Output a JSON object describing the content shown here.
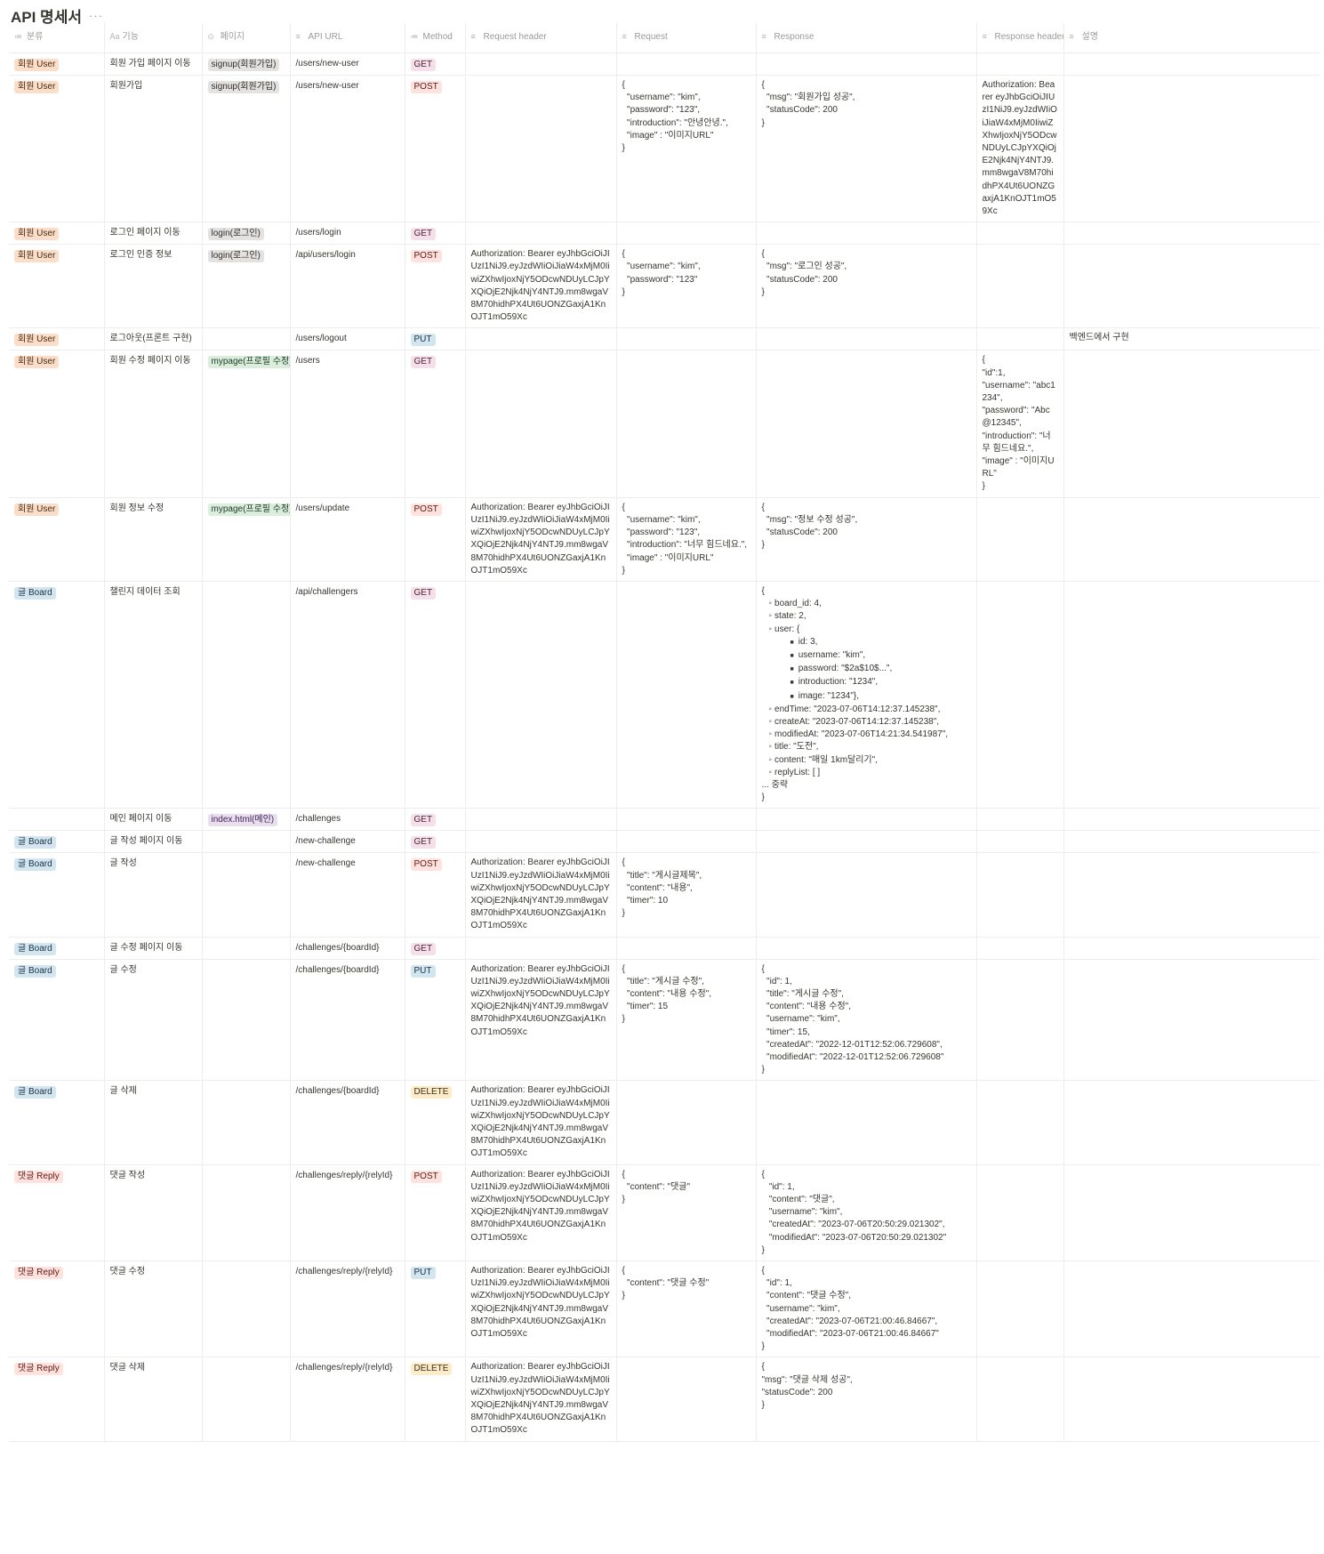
{
  "page": {
    "title": "API 명세서",
    "more_icon": "ellipsis-icon",
    "more_text": "···"
  },
  "columns": [
    {
      "icon": "≔",
      "icon_name": "multi-select-icon",
      "label": "분류"
    },
    {
      "icon": "Aa",
      "icon_name": "title-icon",
      "label": "기능"
    },
    {
      "icon": "⊙",
      "icon_name": "select-icon",
      "label": "페이지"
    },
    {
      "icon": "≡",
      "icon_name": "text-icon",
      "label": "API URL"
    },
    {
      "icon": "≔",
      "icon_name": "multi-select-icon",
      "label": "Method"
    },
    {
      "icon": "≡",
      "icon_name": "text-icon",
      "label": "Request header"
    },
    {
      "icon": "≡",
      "icon_name": "text-icon",
      "label": "Request"
    },
    {
      "icon": "≡",
      "icon_name": "text-icon",
      "label": "Response"
    },
    {
      "icon": "≡",
      "icon_name": "text-icon",
      "label": "Response header"
    },
    {
      "icon": "≡",
      "icon_name": "text-icon",
      "label": "설명"
    }
  ],
  "auth_header": "Authorization: Bearer eyJhbGciOiJIUzI1NiJ9.eyJzdWIiOiJiaW4xMjM0IiwiZXhwIjoxNjY5ODcwNDUyLCJpYXQiOjE2Njk4NjY4NTJ9.mm8wgaV8M70hidhPX4Ut6UONZGaxjA1KnOJT1mO59Xc",
  "rows": [
    {
      "category": "회원 User",
      "feature": "회원 가입 페이지 이동",
      "page": "signup(회원가입)",
      "url": "/users/new-user",
      "method": "GET",
      "req_header": "",
      "request": "",
      "response": "",
      "resp_header": "",
      "note": ""
    },
    {
      "category": "회원 User",
      "feature": "회원가입",
      "page": "signup(회원가입)",
      "url": "/users/new-user",
      "method": "POST",
      "req_header": "",
      "request": "{\n  \"username\": \"kim\",\n  \"password\": \"123\",\n  \"introduction\": \"안녕안녕.\",\n  \"image\" : \"이미지URL\"\n}",
      "response": "{\n  \"msg\": \"회원가입 성공\",\n  \"statusCode\": 200\n}",
      "resp_header": "Authorization: Bearer eyJhbGciOiJIUzI1NiJ9.eyJzdWIiOiJiaW4xMjM0IiwiZXhwIjoxNjY5ODcwNDUyLCJpYXQiOjE2Njk4NjY4NTJ9.mm8wgaV8M70hidhPX4Ut6UONZGaxjA1KnOJT1mO59Xc",
      "note": ""
    },
    {
      "category": "회원 User",
      "feature": "로그인 페이지 이동",
      "page": "login(로그인)",
      "url": "/users/login",
      "method": "GET",
      "req_header": "",
      "request": "",
      "response": "",
      "resp_header": "",
      "note": ""
    },
    {
      "category": "회원 User",
      "feature": "로그인 인증 정보",
      "page": "login(로그인)",
      "url": "/api/users/login",
      "method": "POST",
      "req_header": "Authorization: Bearer eyJhbGciOiJIUzI1NiJ9.eyJzdWIiOiJiaW4xMjM0IiwiZXhwIjoxNjY5ODcwNDUyLCJpYXQiOjE2Njk4NjY4NTJ9.mm8wgaV8M70hidhPX4Ut6UONZGaxjA1KnOJT1mO59Xc",
      "request": "{\n  \"username\": \"kim\",\n  \"password\": \"123\"\n}",
      "response": "{\n  \"msg\": \"로그인 성공\",\n  \"statusCode\": 200\n}",
      "resp_header": "",
      "note": ""
    },
    {
      "category": "회원 User",
      "feature": "로그아웃(프론트 구현)",
      "page": "",
      "url": "/users/logout",
      "method": "PUT",
      "req_header": "",
      "request": "",
      "response": "",
      "resp_header": "",
      "note": "백엔드에서 구현"
    },
    {
      "category": "회원 User",
      "feature": "회원 수정 페이지 이동",
      "page": "mypage(프로필 수정)",
      "url": "/users",
      "method": "GET",
      "req_header": "",
      "request": "",
      "response": "",
      "resp_header": "{\n\"id\":1,\n\"username\": \"abc1234\",\n\"password\": \"Abc@12345\",\n\"introduction\": \"너무 힘드네요.\",\n\"image\" : \"이미지URL\"\n}",
      "note": ""
    },
    {
      "category": "회원 User",
      "feature": "회원 정보 수정",
      "page": "mypage(프로필 수정)",
      "url": "/users/update",
      "method": "POST",
      "req_header": "Authorization: Bearer eyJhbGciOiJIUzI1NiJ9.eyJzdWIiOiJiaW4xMjM0IiwiZXhwIjoxNjY5ODcwNDUyLCJpYXQiOjE2Njk4NjY4NTJ9.mm8wgaV8M70hidhPX4Ut6UONZGaxjA1KnOJT1mO59Xc",
      "request": "{\n  \"username\": \"kim\",\n  \"password\": \"123\",\n  \"introduction\": \"너무 힘드네요.\",\n  \"image\" : \"이미지URL\"\n}",
      "response": "{\n  \"msg\": \"정보 수정 성공\",\n  \"statusCode\": 200\n}",
      "resp_header": "",
      "note": ""
    },
    {
      "category": "글 Board",
      "feature": "챌린지 데이터 조회",
      "page": "",
      "url": "/api/challengers",
      "method": "GET",
      "req_header": "",
      "request": "",
      "response": "",
      "resp_header": "",
      "note": ""
    },
    {
      "category": "",
      "feature": "메인 페이지 이동",
      "page": "index.html(메인)",
      "url": "/challenges",
      "method": "GET",
      "req_header": "",
      "request": "",
      "response": "",
      "resp_header": "",
      "note": ""
    },
    {
      "category": "글 Board",
      "feature": "글 작성 페이지 이동",
      "page": "",
      "url": "/new-challenge",
      "method": "GET",
      "req_header": "",
      "request": "",
      "response": "",
      "resp_header": "",
      "note": ""
    },
    {
      "category": "글 Board",
      "feature": "글 작성",
      "page": "",
      "url": "/new-challenge",
      "method": "POST",
      "req_header": "Authorization: Bearer eyJhbGciOiJIUzI1NiJ9.eyJzdWIiOiJiaW4xMjM0IiwiZXhwIjoxNjY5ODcwNDUyLCJpYXQiOjE2Njk4NjY4NTJ9.mm8wgaV8M70hidhPX4Ut6UONZGaxjA1KnOJT1mO59Xc",
      "request": "{\n  \"title\": \"게시글제목\",\n  \"content\": \"내용\",\n  \"timer\": 10\n}",
      "response": "",
      "resp_header": "",
      "note": ""
    },
    {
      "category": "글 Board",
      "feature": "글 수정 페이지 이동",
      "page": "",
      "url": "/challenges/{boardId}",
      "method": "GET",
      "req_header": "",
      "request": "",
      "response": "",
      "resp_header": "",
      "note": ""
    },
    {
      "category": "글 Board",
      "feature": "글 수정",
      "page": "",
      "url": "/challenges/{boardId}",
      "method": "PUT",
      "req_header": "Authorization: Bearer eyJhbGciOiJIUzI1NiJ9.eyJzdWIiOiJiaW4xMjM0IiwiZXhwIjoxNjY5ODcwNDUyLCJpYXQiOjE2Njk4NjY4NTJ9.mm8wgaV8M70hidhPX4Ut6UONZGaxjA1KnOJT1mO59Xc",
      "request": "{\n  \"title\": \"게시글 수정\",\n  \"content\": \"내용 수정\",\n  \"timer\": 15\n}",
      "response": "{\n  \"id\": 1,\n  \"title\": \"게시글 수정\",\n  \"content\": \"내용 수정\",\n  \"username\": \"kim\",\n  \"timer\": 15,\n  \"createdAt\": \"2022-12-01T12:52:06.729608\",\n  \"modifiedAt\": \"2022-12-01T12:52:06.729608\"\n}",
      "resp_header": "",
      "note": ""
    },
    {
      "category": "글 Board",
      "feature": "글 삭제",
      "page": "",
      "url": "/challenges/{boardId}",
      "method": "DELETE",
      "req_header": "Authorization: Bearer eyJhbGciOiJIUzI1NiJ9.eyJzdWIiOiJiaW4xMjM0IiwiZXhwIjoxNjY5ODcwNDUyLCJpYXQiOjE2Njk4NjY4NTJ9.mm8wgaV8M70hidhPX4Ut6UONZGaxjA1KnOJT1mO59Xc",
      "request": "",
      "response": "",
      "resp_header": "",
      "note": ""
    },
    {
      "category": "댓글 Reply",
      "feature": "댓글 작성",
      "page": "",
      "url": "/challenges/reply/{relyId}",
      "method": "POST",
      "req_header": "Authorization: Bearer eyJhbGciOiJIUzI1NiJ9.eyJzdWIiOiJiaW4xMjM0IiwiZXhwIjoxNjY5ODcwNDUyLCJpYXQiOjE2Njk4NjY4NTJ9.mm8wgaV8M70hidhPX4Ut6UONZGaxjA1KnOJT1mO59Xc",
      "request": "{\n  \"content\": \"댓글\"\n}",
      "response": "{\n   \"id\": 1,\n   \"content\": \"댓글\",\n   \"username\": \"kim\",\n   \"createdAt\": \"2023-07-06T20:50:29.021302\",\n   \"modifiedAt\": \"2023-07-06T20:50:29.021302\"\n}",
      "resp_header": "",
      "note": ""
    },
    {
      "category": "댓글 Reply",
      "feature": "댓글 수정",
      "page": "",
      "url": "/challenges/reply/{relyId}",
      "method": "PUT",
      "req_header": "Authorization: Bearer eyJhbGciOiJIUzI1NiJ9.eyJzdWIiOiJiaW4xMjM0IiwiZXhwIjoxNjY5ODcwNDUyLCJpYXQiOjE2Njk4NjY4NTJ9.mm8wgaV8M70hidhPX4Ut6UONZGaxjA1KnOJT1mO59Xc",
      "request": "{\n  \"content\": \"댓글 수정\"\n}",
      "response": "{\n  \"id\": 1,\n  \"content\": \"댓글 수정\",\n  \"username\": \"kim\",\n  \"createdAt\": \"2023-07-06T21:00:46.84667\",\n  \"modifiedAt\": \"2023-07-06T21:00:46.84667\"\n}",
      "resp_header": "",
      "note": ""
    },
    {
      "category": "댓글 Reply",
      "feature": "댓글 삭제",
      "page": "",
      "url": "/challenges/reply/{relyId}",
      "method": "DELETE",
      "req_header": "Authorization: Bearer eyJhbGciOiJIUzI1NiJ9.eyJzdWIiOiJiaW4xMjM0IiwiZXhwIjoxNjY5ODcwNDUyLCJpYXQiOjE2Njk4NjY4NTJ9.mm8wgaV8M70hidhPX4Ut6UONZGaxjA1KnOJT1mO59Xc",
      "request": "",
      "response": "{\n\"msg\": \"댓글 삭제 성공\",\n\"statusCode\": 200\n}",
      "resp_header": "",
      "note": ""
    }
  ],
  "challenge_response": {
    "open": "{",
    "close": "}",
    "more": "... 중략",
    "fields": [
      "board_id: 4,",
      "state: 2,",
      "user: {"
    ],
    "user_fields": [
      "id: 3,",
      "username: \"kim\",",
      "password: \"$2a$10$...\",",
      "introduction: \"1234\",",
      "image: \"1234\"},"
    ],
    "fields_after": [
      "endTime: \"2023-07-06T14:12:37.145238\",",
      "createAt: \"2023-07-06T14:12:37.145238\",",
      "modifiedAt: \"2023-07-06T14:21:34.541987\",",
      "title: \"도전\",",
      "content: \"매일 1km달리기\",",
      "replyList: [ ]"
    ]
  },
  "colors": {
    "category_user": "#fadec9",
    "category_board": "#d3e5ef",
    "category_reply": "#ffe2dd",
    "method_get": "#f5e0e9",
    "method_post": "#ffe2dd",
    "method_put": "#d3e5ef",
    "method_delete": "#fdecc8",
    "page_signup": "#e3e2e0",
    "page_mypage": "#dbeddb",
    "page_index": "#e8deee"
  }
}
